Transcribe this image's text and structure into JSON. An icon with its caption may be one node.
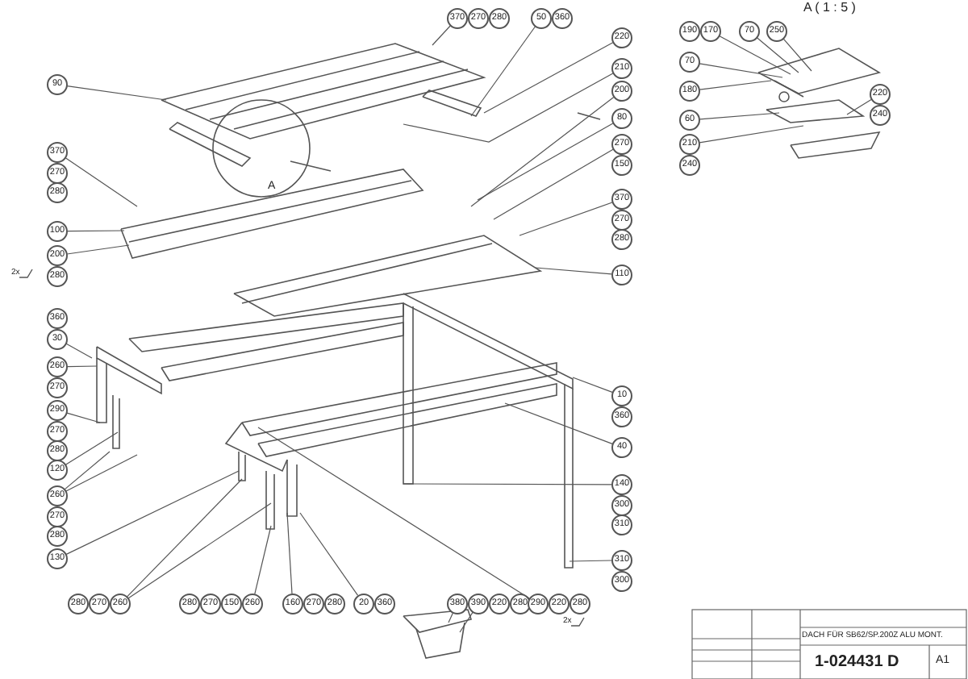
{
  "diagram": {
    "nodes": [
      {
        "text": [
          "370",
          "270",
          "280"
        ]
      },
      {
        "text": [
          "50",
          "360"
        ]
      },
      {
        "text": [
          "220"
        ]
      },
      {
        "text": [
          "210"
        ]
      },
      {
        "text": [
          "200"
        ]
      },
      {
        "text": [
          "80"
        ]
      },
      {
        "text": [
          "270",
          "150"
        ]
      },
      {
        "text": [
          "370",
          "270",
          "280"
        ]
      },
      {
        "text": [
          "110"
        ]
      },
      {
        "text": [
          "90"
        ]
      },
      {
        "text": [
          "370",
          "270",
          "280"
        ]
      },
      {
        "text": [
          "100"
        ]
      },
      {
        "text": [
          "200"
        ]
      },
      {
        "text": [
          "280"
        ],
        "beside": [
          "2x"
        ]
      },
      {
        "text": [
          "360",
          "30"
        ]
      },
      {
        "text": [
          "260",
          "270"
        ]
      },
      {
        "text": [
          "290",
          "270",
          "280"
        ]
      },
      {
        "text": [
          "120"
        ]
      },
      {
        "text": [
          "260",
          "270",
          "280"
        ]
      },
      {
        "text": [
          "130"
        ]
      },
      {
        "text": [
          "10",
          "360"
        ]
      },
      {
        "text": [
          "40"
        ]
      },
      {
        "text": [
          "140",
          "300",
          "310"
        ]
      },
      {
        "text": [
          "310",
          "300"
        ]
      },
      {
        "text": [
          "280",
          "270",
          "260"
        ]
      },
      {
        "text": [
          "280",
          "270",
          "150",
          "260"
        ]
      },
      {
        "text": [
          "160",
          "270",
          "280"
        ]
      },
      {
        "text": [
          "20",
          "360"
        ]
      },
      {
        "text": [
          "380",
          "390",
          "220",
          "280"
        ]
      },
      {
        "text": [
          "290",
          "220",
          "280"
        ],
        "beside": [
          "2x"
        ]
      },
      {
        "text": [
          "190",
          "170"
        ]
      },
      {
        "text": [
          "70"
        ]
      },
      {
        "text": [
          "250"
        ]
      },
      {
        "text": [
          "70"
        ]
      },
      {
        "text": [
          "180"
        ]
      },
      {
        "text": [
          "60"
        ]
      },
      {
        "text": [
          "210",
          "240"
        ]
      },
      {
        "text": [
          "220",
          "240"
        ]
      }
    ],
    "edges": [
      {
        "from": 0,
        "to": null,
        "arrow": "none"
      },
      {
        "from": 1,
        "to": null,
        "arrow": "none"
      },
      {
        "from": 2,
        "to": null,
        "arrow": "none"
      },
      {
        "from": 3,
        "to": null,
        "arrow": "none"
      },
      {
        "from": 4,
        "to": null,
        "arrow": "none"
      },
      {
        "from": 5,
        "to": null,
        "arrow": "none"
      },
      {
        "from": 6,
        "to": null,
        "arrow": "none"
      },
      {
        "from": 7,
        "to": null,
        "arrow": "none"
      },
      {
        "from": 8,
        "to": null,
        "arrow": "none"
      },
      {
        "from": 9,
        "to": null,
        "arrow": "none"
      },
      {
        "from": 10,
        "to": null,
        "arrow": "none"
      },
      {
        "from": 11,
        "to": null,
        "arrow": "none"
      },
      {
        "from": 12,
        "to": null,
        "arrow": "none"
      },
      {
        "from": 14,
        "to": null,
        "arrow": "none"
      },
      {
        "from": 15,
        "to": null,
        "arrow": "none"
      },
      {
        "from": 16,
        "to": null,
        "arrow": "none"
      },
      {
        "from": 17,
        "to": null,
        "arrow": "none"
      },
      {
        "from": 18,
        "to": null,
        "arrow": "none"
      },
      {
        "from": 18,
        "to": null,
        "arrow": "none"
      },
      {
        "from": 19,
        "to": null,
        "arrow": "none"
      },
      {
        "from": 20,
        "to": null,
        "arrow": "none"
      },
      {
        "from": 21,
        "to": null,
        "arrow": "none"
      },
      {
        "from": 22,
        "to": null,
        "arrow": "none"
      },
      {
        "from": 23,
        "to": null,
        "arrow": "none"
      },
      {
        "from": 24,
        "to": null,
        "arrow": "none"
      },
      {
        "from": 24,
        "to": null,
        "arrow": "none"
      },
      {
        "from": 25,
        "to": null,
        "arrow": "none"
      },
      {
        "from": 26,
        "to": null,
        "arrow": "none"
      },
      {
        "from": 27,
        "to": null,
        "arrow": "none"
      },
      {
        "from": 28,
        "to": null,
        "arrow": "none"
      },
      {
        "from": 28,
        "to": null,
        "arrow": "none"
      },
      {
        "from": 29,
        "to": null,
        "arrow": "none"
      },
      {
        "from": 30,
        "to": null,
        "arrow": "none"
      },
      {
        "from": 31,
        "to": null,
        "arrow": "none"
      },
      {
        "from": 32,
        "to": null,
        "arrow": "none"
      },
      {
        "from": 33,
        "to": null,
        "arrow": "none"
      },
      {
        "from": 34,
        "to": null,
        "arrow": "none"
      },
      {
        "from": 35,
        "to": null,
        "arrow": "none"
      },
      {
        "from": 36,
        "to": null,
        "arrow": "none"
      },
      {
        "from": 37,
        "to": null,
        "arrow": "none"
      }
    ],
    "labels": [
      "A ( 1 : 5 )",
      "A",
      "DACH FÜR SB62/SP.200Z ALU MONT.",
      "1-024431 D",
      "A1"
    ]
  }
}
